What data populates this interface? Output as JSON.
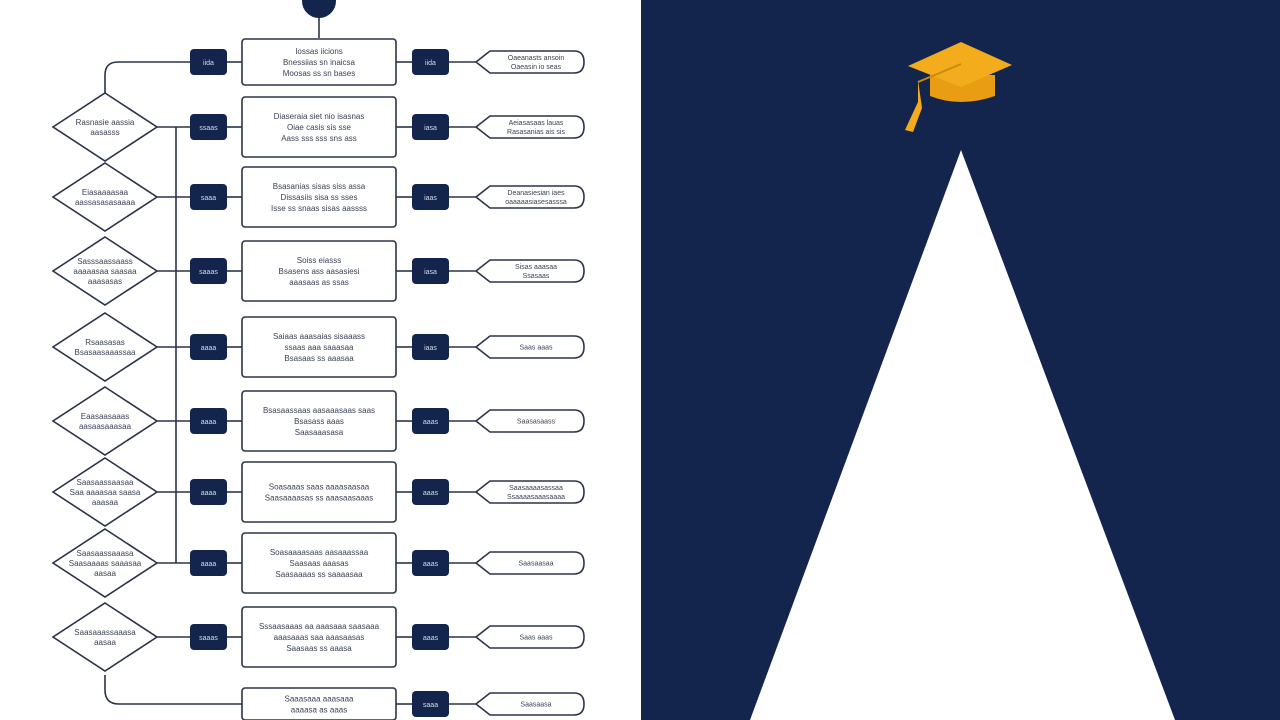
{
  "colors": {
    "navy": "#14254d",
    "accent": "#f3ad1c",
    "stroke": "#2b3448",
    "panel_right": "#14254d",
    "triangle": "#ffffff",
    "text_dark": "#3a4254",
    "text_light": "#d7dcea"
  },
  "icons": {
    "top_connector": "circle-node-icon",
    "graduation": "graduation-cap-icon"
  },
  "diagram": {
    "rows": [
      {
        "box": [
          "Iossas iicions",
          "Bnessiias sn inaicsa",
          "Moosas ss sn bases"
        ],
        "pill_left": "iida",
        "pill_right": "iida",
        "tag": [
          "Oaeanasts ansoin",
          "Oaeasin io seas"
        ],
        "diamond": []
      },
      {
        "box": [
          "Diaseraia siet nio isasnas",
          "Oiae casis sis sse",
          "Aass sss sss sns ass"
        ],
        "pill_left": "ssaas",
        "pill_right": "iasa",
        "tag": [
          "Aeiasasaas lauas",
          "Rasasanias ais sis"
        ],
        "diamond": [
          "Rasnasie aassia",
          "aasasss"
        ]
      },
      {
        "box": [
          "Bsasanias sisas siss assa",
          "Dissasiis sisa ss sses",
          "Isse ss snaas sisas aassss"
        ],
        "pill_left": "saaa",
        "pill_right": "iaas",
        "tag": [
          "Deanasiesian iaes",
          "oaaaaasiasesasssa"
        ],
        "diamond": [
          "Eiasaaaasaa",
          "aassasasasaaaa"
        ]
      },
      {
        "box": [
          "Soiss eiasss",
          "Bsasens ass aasasiesi",
          "aaasaas as ssas"
        ],
        "pill_left": "saaas",
        "pill_right": "iasa",
        "tag": [
          "Sisas aaasaa",
          "Ssasaas"
        ],
        "diamond": [
          "Sasssaassaass",
          "aaaaasaa saasaa",
          "aaasasas"
        ]
      },
      {
        "box": [
          "Saiaas aaasaias sisaaass",
          "ssaas aaa saaasaa",
          "Bsasaas ss aaasaa"
        ],
        "pill_left": "aaaa",
        "pill_right": "iaas",
        "tag": [
          "Saas aaas"
        ],
        "diamond": [
          "Rsaasasas",
          "Bsasaasaaassaa"
        ]
      },
      {
        "box": [
          "Bsasaassaas aasaaasaas saas",
          "Bsasass aaas",
          "Saasaaasasa"
        ],
        "pill_left": "aaaa",
        "pill_right": "aaas",
        "tag": [
          "Saasasaass"
        ],
        "diamond": [
          "Eaasaasaaas",
          "aasaasaaasaa"
        ]
      },
      {
        "box": [
          "Soasaaas saas aaaasaasaa",
          "Saasaaaasas ss aaasaasaaas"
        ],
        "pill_left": "aaaa",
        "pill_right": "aaas",
        "tag": [
          "Saasaaaasassaa",
          "Ssaaaasaaasaaaa"
        ],
        "diamond": [
          "Saasaassaasaa",
          "Saa aaaasaa saasa",
          "aaasaa"
        ]
      },
      {
        "box": [
          "Soasaaaasaas aasaaassaa",
          "Saasaas aaasas",
          "Saasaaaas ss saaaasaa"
        ],
        "pill_left": "aaaa",
        "pill_right": "aaas",
        "tag": [
          "Saasaasaa"
        ],
        "diamond": [
          "Saasaassaaasa",
          "Saasaaaas saaasaa",
          "aasaa"
        ]
      },
      {
        "box": [
          "Sssaasaaas aa aaasaaa saasaaa",
          "aaasaaas saa aaasaasas",
          "Saasaas ss aaasa"
        ],
        "pill_left": "saaas",
        "pill_right": "aaas",
        "tag": [
          "Saas aaas"
        ],
        "diamond": [
          "Saasaaassaaasa",
          "aasaa"
        ]
      },
      {
        "box": [
          "Saaasaaa aaasaaa",
          "aaaasa as aaas"
        ],
        "pill_left": "",
        "pill_right": "saaa",
        "tag": [
          "Saasaasa"
        ],
        "diamond": []
      }
    ]
  }
}
